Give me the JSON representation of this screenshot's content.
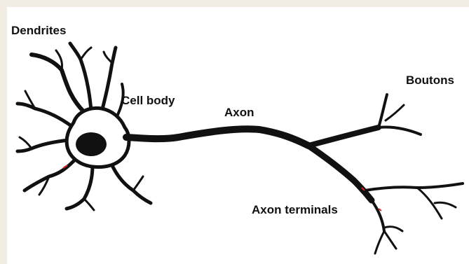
{
  "labels": {
    "dendrites": "Dendrites",
    "cell_body": "Cell body",
    "axon": "Axon",
    "boutons": "Boutons",
    "axon_terminals": "Axon terminals"
  },
  "colors": {
    "background": "#f1ede3",
    "panel": "#ffffff",
    "ink": "#111111",
    "marker": "#cc2222"
  }
}
